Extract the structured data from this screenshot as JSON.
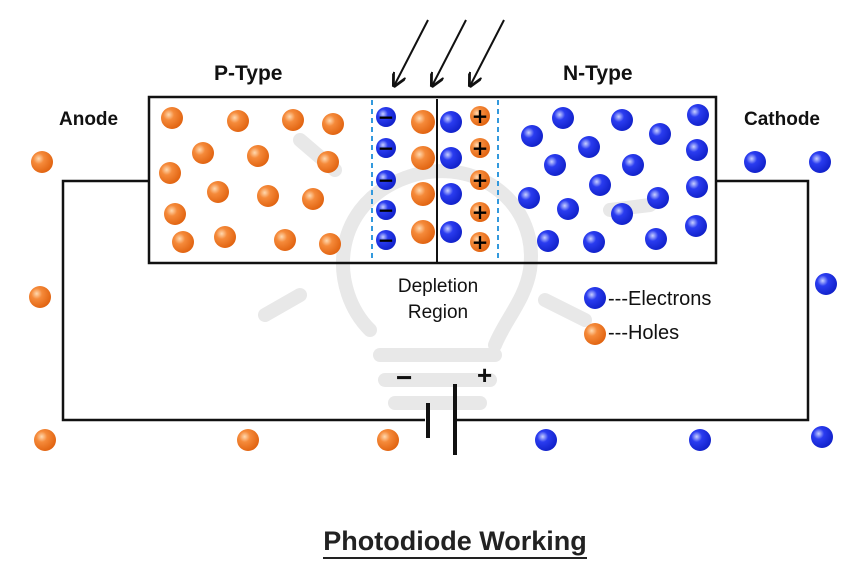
{
  "title": "Photodiode Working",
  "labels": {
    "p_type": "P-Type",
    "n_type": "N-Type",
    "anode": "Anode",
    "cathode": "Cathode",
    "depletion_line1": "Depletion",
    "depletion_line2": "Region",
    "battery_minus": "−",
    "battery_plus": "+"
  },
  "legend": {
    "electrons": "---Electrons",
    "holes": "---Holes"
  },
  "colors": {
    "hole": "#f07722",
    "electron": "#1a2fe0",
    "wire": "#111111",
    "depletion_border": "#3399dd",
    "watermark": "#e6e6e6"
  },
  "icons": {
    "light_rays": "arrow-icons",
    "background": "lightbulb-watermark"
  }
}
